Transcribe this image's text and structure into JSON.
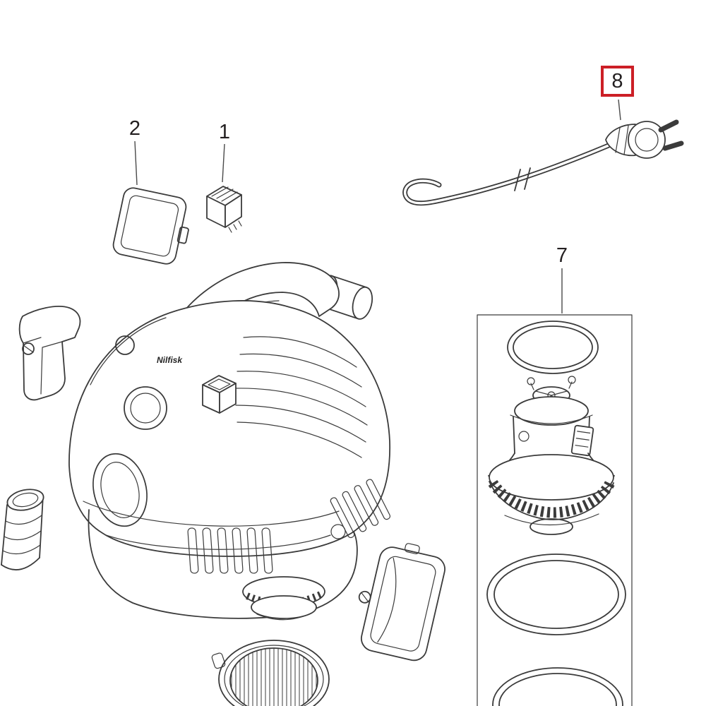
{
  "colors": {
    "background": "#ffffff",
    "line": "#3b3b3b",
    "label_text": "#231f20",
    "highlight_box": "#cc1f26"
  },
  "brand_text": "Nilfisk",
  "callouts": {
    "c1": {
      "label": "1",
      "highlighted": false
    },
    "c2": {
      "label": "2",
      "highlighted": false
    },
    "c7": {
      "label": "7",
      "highlighted": false
    },
    "c8": {
      "label": "8",
      "highlighted": true
    }
  }
}
